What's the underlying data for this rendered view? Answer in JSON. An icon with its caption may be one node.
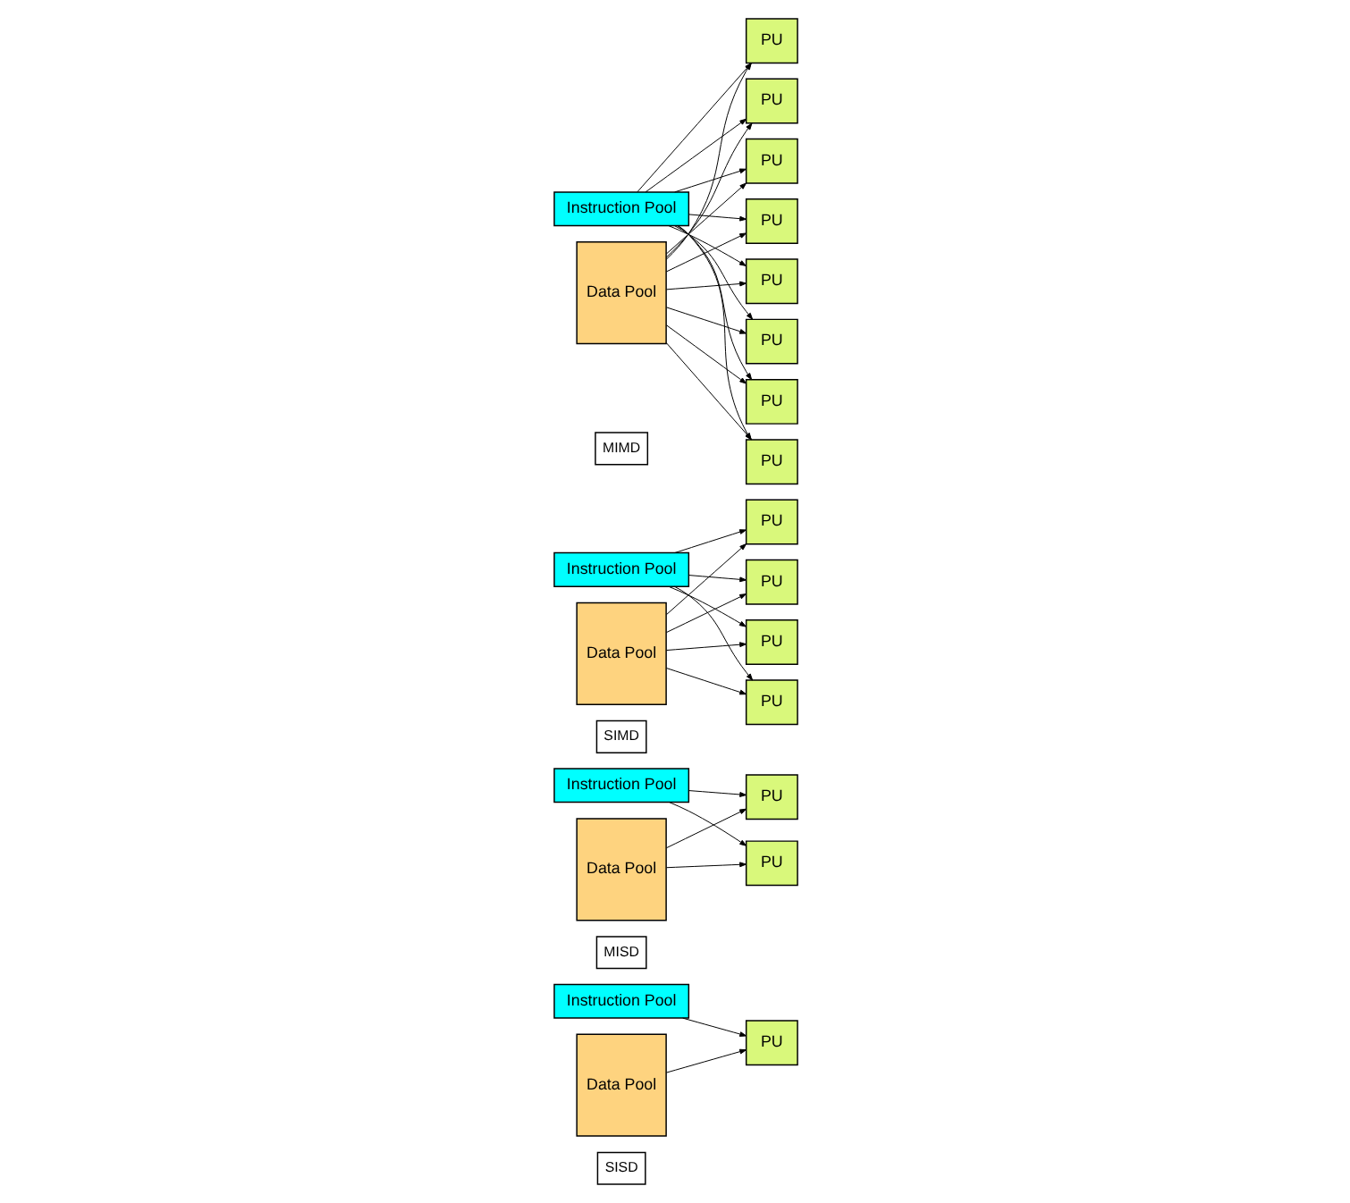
{
  "diagram": {
    "nodes": [
      {
        "text": [
          "SISD"
        ]
      },
      {
        "text": [
          "Instruction Pool"
        ]
      },
      {
        "text": [
          "Data Pool"
        ]
      },
      {
        "text": [
          "PU"
        ]
      },
      {
        "text": [
          "MISD"
        ]
      },
      {
        "text": [
          "Instruction Pool"
        ]
      },
      {
        "text": [
          "Data Pool"
        ]
      },
      {
        "text": [
          "PU"
        ]
      },
      {
        "text": [
          "PU"
        ]
      },
      {
        "text": [
          "SIMD"
        ]
      },
      {
        "text": [
          "Instruction Pool"
        ]
      },
      {
        "text": [
          "Data Pool"
        ]
      },
      {
        "text": [
          "PU"
        ]
      },
      {
        "text": [
          "PU"
        ]
      },
      {
        "text": [
          "PU"
        ]
      },
      {
        "text": [
          "PU"
        ]
      },
      {
        "text": [
          "MIMD"
        ]
      },
      {
        "text": [
          "Instruction Pool"
        ]
      },
      {
        "text": [
          "Data Pool"
        ]
      },
      {
        "text": [
          "PU"
        ]
      },
      {
        "text": [
          "PU"
        ]
      },
      {
        "text": [
          "PU"
        ]
      },
      {
        "text": [
          "PU"
        ]
      },
      {
        "text": [
          "PU"
        ]
      },
      {
        "text": [
          "PU"
        ]
      },
      {
        "text": [
          "PU"
        ]
      },
      {
        "text": [
          "PU"
        ]
      }
    ],
    "edges": [
      {
        "from": 2,
        "to": 3,
        "arrow": "to"
      },
      {
        "from": 1,
        "to": 3,
        "arrow": "to"
      },
      {
        "from": 6,
        "to": 7,
        "arrow": "to"
      },
      {
        "from": 5,
        "to": 7,
        "arrow": "to"
      },
      {
        "from": 6,
        "to": 8,
        "arrow": "to"
      },
      {
        "from": 5,
        "to": 8,
        "arrow": "to"
      },
      {
        "from": 11,
        "to": 12,
        "arrow": "to"
      },
      {
        "from": 11,
        "to": 13,
        "arrow": "to"
      },
      {
        "from": 11,
        "to": 14,
        "arrow": "to"
      },
      {
        "from": 11,
        "to": 15,
        "arrow": "to"
      },
      {
        "from": 10,
        "to": 12,
        "arrow": "to"
      },
      {
        "from": 10,
        "to": 13,
        "arrow": "to"
      },
      {
        "from": 10,
        "to": 14,
        "arrow": "to"
      },
      {
        "from": 10,
        "to": 15,
        "arrow": "to"
      },
      {
        "from": 18,
        "to": 19,
        "arrow": "to"
      },
      {
        "from": 18,
        "to": 23,
        "arrow": "to"
      },
      {
        "from": 18,
        "to": 20,
        "arrow": "to"
      },
      {
        "from": 18,
        "to": 24,
        "arrow": "to"
      },
      {
        "from": 18,
        "to": 21,
        "arrow": "to"
      },
      {
        "from": 18,
        "to": 25,
        "arrow": "to"
      },
      {
        "from": 18,
        "to": 22,
        "arrow": "to"
      },
      {
        "from": 18,
        "to": 26,
        "arrow": "to"
      },
      {
        "from": 17,
        "to": 19,
        "arrow": "to"
      },
      {
        "from": 17,
        "to": 20,
        "arrow": "to"
      },
      {
        "from": 17,
        "to": 21,
        "arrow": "to"
      },
      {
        "from": 17,
        "to": 22,
        "arrow": "to"
      },
      {
        "from": 17,
        "to": 23,
        "arrow": "to"
      },
      {
        "from": 17,
        "to": 24,
        "arrow": "to"
      },
      {
        "from": 17,
        "to": 25,
        "arrow": "to"
      },
      {
        "from": 17,
        "to": 26,
        "arrow": "to"
      }
    ]
  }
}
